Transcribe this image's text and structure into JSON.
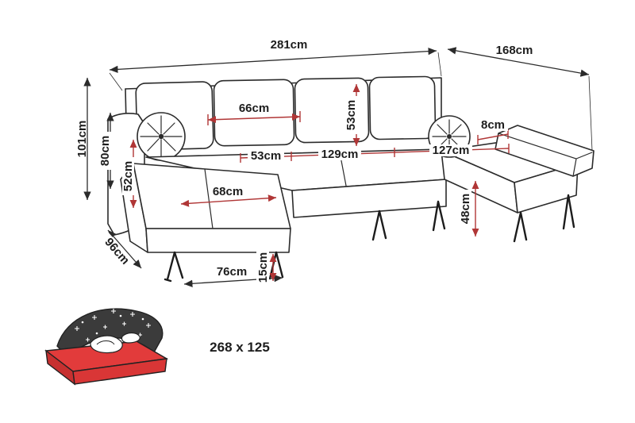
{
  "diagram": {
    "title": "corner-sofa-dimension-diagram",
    "dimensions": {
      "total_width": "281cm",
      "total_depth": "168cm",
      "back_height": "101cm",
      "armrest_height": "80cm",
      "armrest_inner_height": "52cm",
      "back_cushion_width": "66cm",
      "back_cushion_height": "53cm",
      "seat_left_width": "53cm",
      "seat_width_middle": "129cm",
      "seat_width_right": "127cm",
      "armrest_top_width": "8cm",
      "chaise_seat_width": "68cm",
      "chaise_side_depth": "96cm",
      "chaise_front_width": "76cm",
      "leg_height": "15cm",
      "seat_height": "48cm"
    },
    "sleeping_area": {
      "size_label": "268 x 125"
    },
    "colors": {
      "outline": "#2b2b2b",
      "dimension_red": "#b03636",
      "mattress_red": "#e23b3b",
      "blanket_dark": "#3b3b3b",
      "text": "#1d1d1d"
    }
  }
}
